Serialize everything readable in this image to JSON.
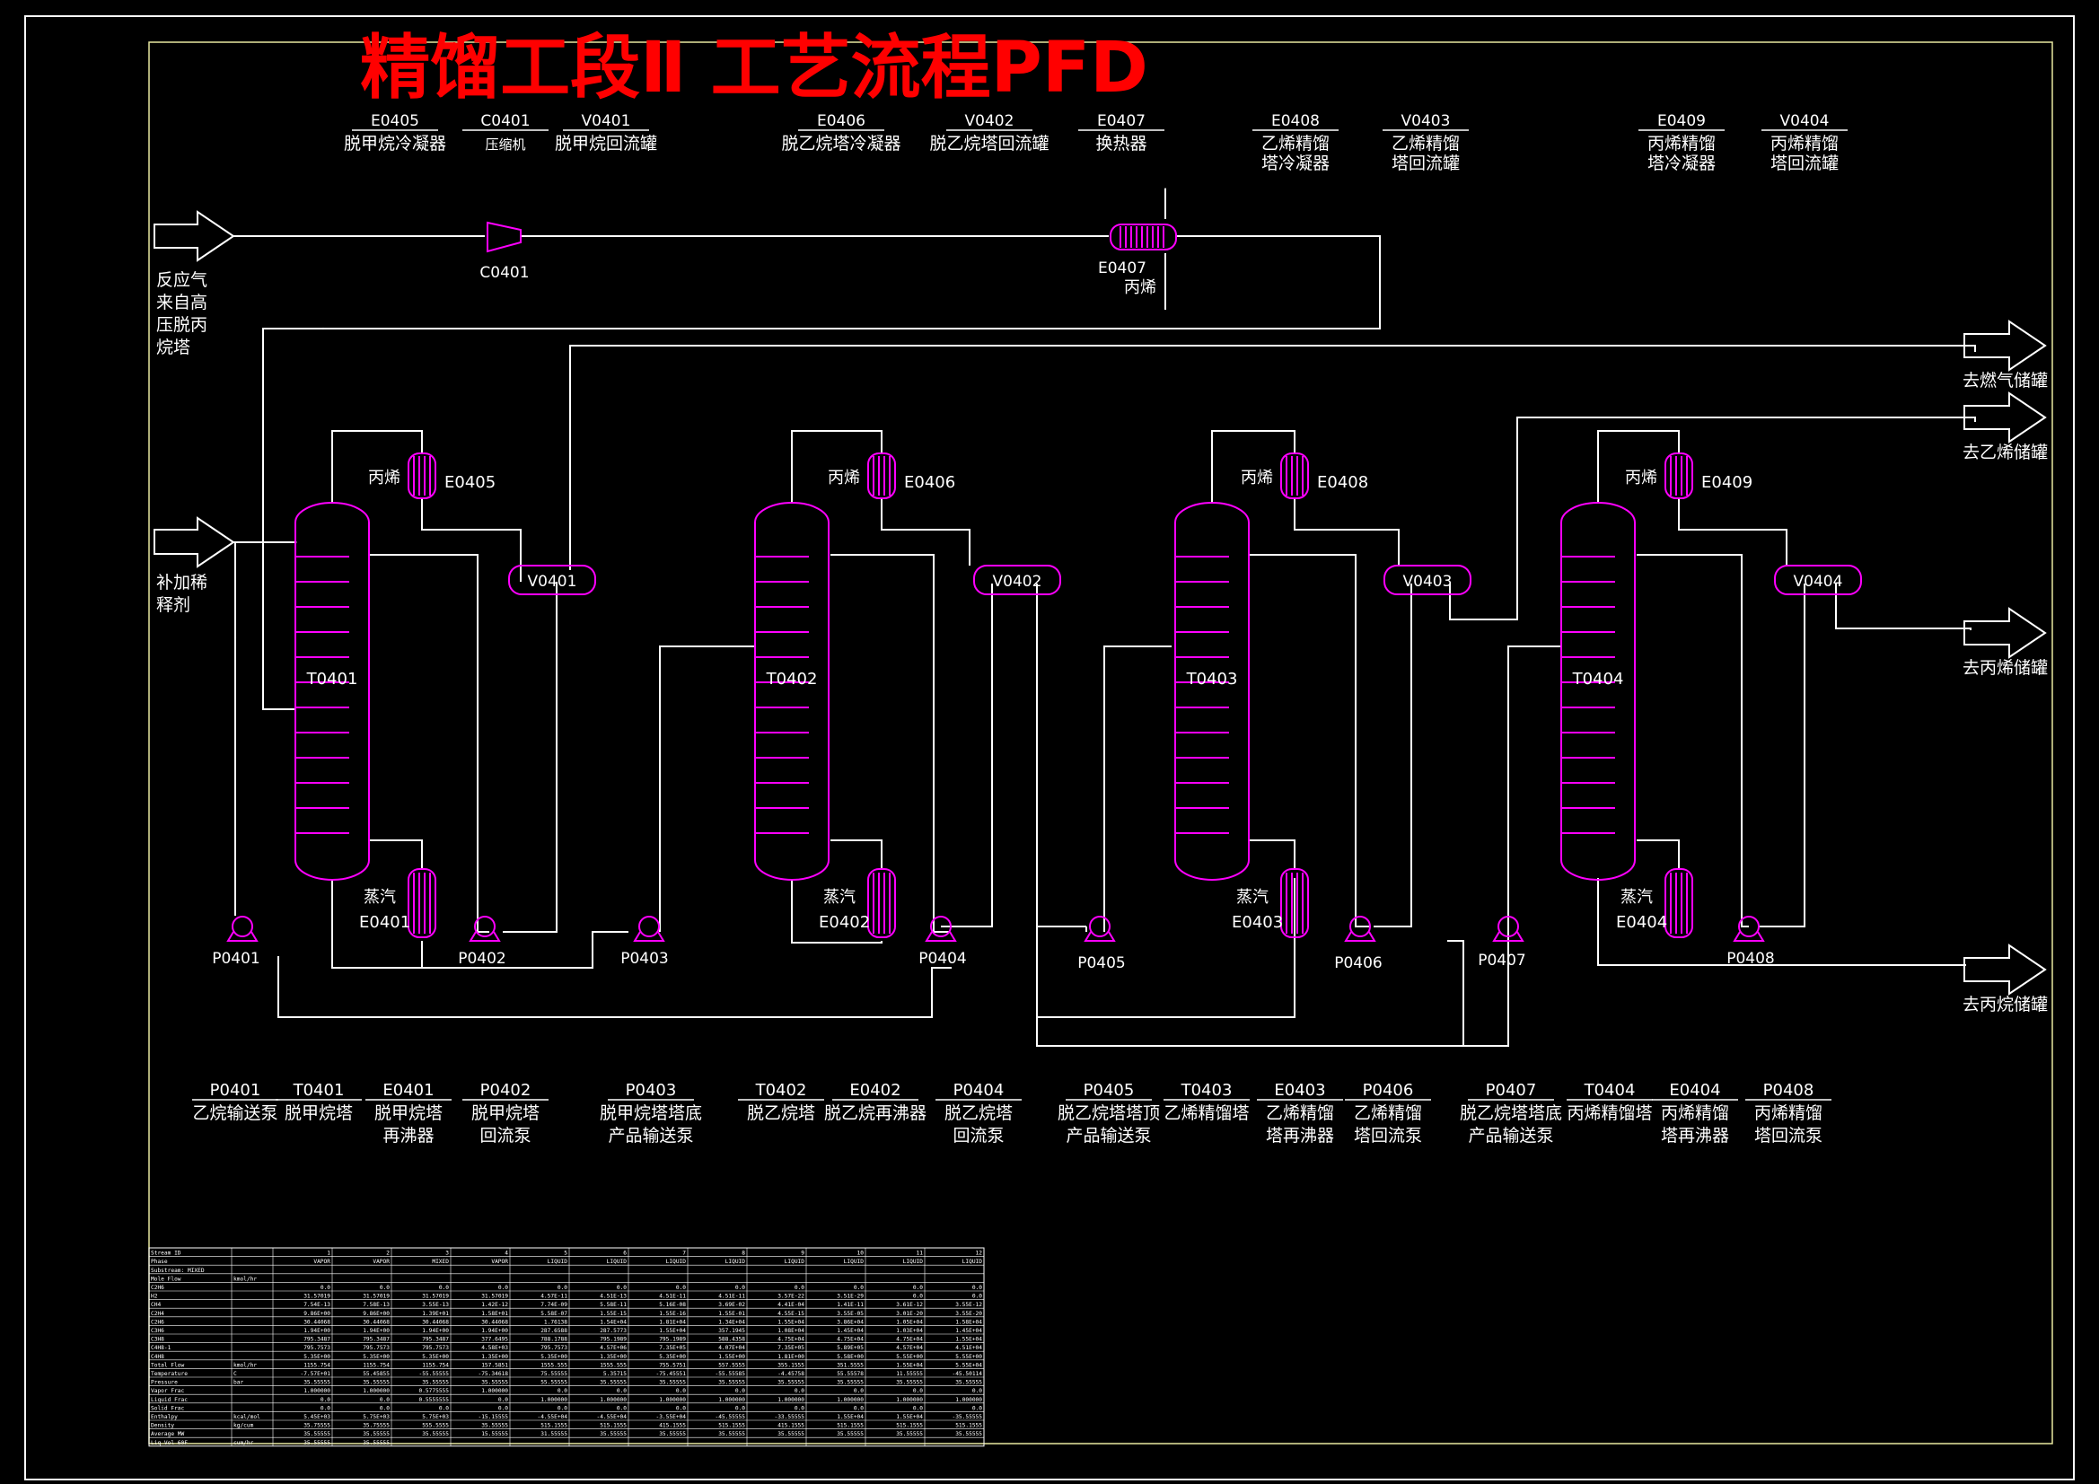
{
  "title": "精馏工段Ⅱ 工艺流程PFD",
  "top_legend": [
    {
      "tag": "E0405",
      "name": [
        "脱甲烷冷凝器"
      ]
    },
    {
      "tag": "C0401",
      "name": [
        "压缩机"
      ]
    },
    {
      "tag": "V0401",
      "name": [
        "脱甲烷回流罐"
      ]
    },
    {
      "tag": "E0406",
      "name": [
        "脱乙烷塔冷凝器"
      ]
    },
    {
      "tag": "V0402",
      "name": [
        "脱乙烷塔回流罐"
      ]
    },
    {
      "tag": "E0407",
      "name": [
        "换热器"
      ]
    },
    {
      "tag": "E0408",
      "name": [
        "乙烯精馏",
        "塔冷凝器"
      ]
    },
    {
      "tag": "V0403",
      "name": [
        "乙烯精馏",
        "塔回流罐"
      ]
    },
    {
      "tag": "E0409",
      "name": [
        "丙烯精馏",
        "塔冷凝器"
      ]
    },
    {
      "tag": "V0404",
      "name": [
        "丙烯精馏",
        "塔回流罐"
      ]
    }
  ],
  "bottom_legend": [
    {
      "tag": "P0401",
      "name": [
        "乙烷输送泵"
      ]
    },
    {
      "tag": "T0401",
      "name": [
        "脱甲烷塔"
      ]
    },
    {
      "tag": "E0401",
      "name": [
        "脱甲烷塔",
        "再沸器"
      ]
    },
    {
      "tag": "P0402",
      "name": [
        "脱甲烷塔",
        "回流泵"
      ]
    },
    {
      "tag": "P0403",
      "name": [
        "脱甲烷塔塔底",
        "产品输送泵"
      ]
    },
    {
      "tag": "T0402",
      "name": [
        "脱乙烷塔"
      ]
    },
    {
      "tag": "E0402",
      "name": [
        "脱乙烷再沸器"
      ]
    },
    {
      "tag": "P0404",
      "name": [
        "脱乙烷塔",
        "回流泵"
      ]
    },
    {
      "tag": "P0405",
      "name": [
        "脱乙烷塔塔顶",
        "产品输送泵"
      ]
    },
    {
      "tag": "T0403",
      "name": [
        "乙烯精馏塔"
      ]
    },
    {
      "tag": "E0403",
      "name": [
        "乙烯精馏",
        "塔再沸器"
      ]
    },
    {
      "tag": "P0406",
      "name": [
        "乙烯精馏",
        "塔回流泵"
      ]
    },
    {
      "tag": "P0407",
      "name": [
        "脱乙烷塔塔底",
        "产品输送泵"
      ]
    },
    {
      "tag": "T0404",
      "name": [
        "丙烯精馏塔"
      ]
    },
    {
      "tag": "E0404",
      "name": [
        "丙烯精馏",
        "塔再沸器"
      ]
    },
    {
      "tag": "P0408",
      "name": [
        "丙烯精馏",
        "塔回流泵"
      ]
    }
  ],
  "feeds": {
    "reaction_gas": [
      "反应气",
      "来自高",
      "压脱丙",
      "烷塔"
    ],
    "diluent": [
      "补加稀",
      "释剂"
    ]
  },
  "outlets": [
    "去燃气储罐",
    "去乙烯储罐",
    "去丙烯储罐",
    "去丙烷储罐"
  ],
  "equipment_tags": {
    "columns": [
      "T0401",
      "T0402",
      "T0403",
      "T0404"
    ],
    "drums": [
      "V0401",
      "V0402",
      "V0403",
      "V0404"
    ],
    "condensers": [
      "E0405",
      "E0406",
      "E0408",
      "E0409"
    ],
    "reboilers": [
      "E0401",
      "E0402",
      "E0403",
      "E0404"
    ],
    "pumps": [
      "P0401",
      "P0402",
      "P0403",
      "P0404",
      "P0405",
      "P0406",
      "P0407",
      "P0408"
    ],
    "compressor": "C0401",
    "exchanger": "E0407"
  },
  "utility_labels": {
    "propylene": "丙烯",
    "steam": "蒸汽"
  },
  "stream_table": {
    "rows": [
      [
        "Stream ID",
        "",
        "1",
        "2",
        "3",
        "4",
        "5",
        "6",
        "7",
        "8",
        "9",
        "10",
        "11",
        "12"
      ],
      [
        "Phase",
        "",
        "VAPOR",
        "VAPOR",
        "MIXED",
        "VAPOR",
        "LIQUID",
        "LIQUID",
        "LIQUID",
        "LIQUID",
        "LIQUID",
        "LIQUID",
        "LIQUID",
        "LIQUID"
      ],
      [
        "Substream: MIXED",
        "",
        "",
        "",
        "",
        "",
        "",
        "",
        "",
        "",
        "",
        "",
        "",
        ""
      ],
      [
        "Mole Flow",
        "kmol/hr",
        "",
        "",
        "",
        "",
        "",
        "",
        "",
        "",
        "",
        "",
        "",
        ""
      ],
      [
        "C2H6",
        "",
        "0.0",
        "0.0",
        "0.0",
        "0.0",
        "0.0",
        "0.0",
        "0.0",
        "0.0",
        "0.0",
        "0.0",
        "0.0",
        "0.0"
      ],
      [
        "H2",
        "",
        "31.57019",
        "31.57019",
        "31.57019",
        "31.57019",
        "4.57E-11",
        "4.51E-13",
        "4.51E-11",
        "4.51E-11",
        "3.57E-22",
        "3.51E-29",
        "0.0",
        "0.0"
      ],
      [
        "CH4",
        "",
        "7.54E-13",
        "7.58E-13",
        "3.55E-13",
        "1.42E-12",
        "7.74E-09",
        "5.58E-11",
        "5.16E-08",
        "3.69E-02",
        "4.41E-04",
        "1.41E-11",
        "3.61E-12",
        "3.55E-12"
      ],
      [
        "C2H4",
        "",
        "9.86E+00",
        "9.86E+00",
        "1.39E+01",
        "1.58E+01",
        "5.58E-07",
        "1.55E-15",
        "1.55E-16",
        "1.55E-01",
        "4.55E-15",
        "3.55E-05",
        "3.01E-20",
        "3.55E-20"
      ],
      [
        "C2H6",
        "",
        "30.44068",
        "30.44068",
        "30.44068",
        "30.44068",
        "1.76138",
        "1.54E+04",
        "1.81E+04",
        "1.34E+04",
        "1.55E+04",
        "3.86E+04",
        "1.05E+04",
        "1.58E+04"
      ],
      [
        "C3H6",
        "",
        "1.94E+00",
        "1.94E+00",
        "1.94E+00",
        "1.94E+00",
        "287.6588",
        "287.5773",
        "1.55E+04",
        "357.1945",
        "1.08E+04",
        "1.45E+04",
        "1.03E+04",
        "1.45E+04"
      ],
      [
        "C3H8",
        "",
        "795.3487",
        "795.3487",
        "795.3487",
        "377.6495",
        "788.1788",
        "795.1989",
        "795.1989",
        "588.4358",
        "4.75E+04",
        "4.75E+04",
        "4.75E+04",
        "1.55E+04"
      ],
      [
        "C4H8-1",
        "",
        "795.7573",
        "795.7573",
        "795.7573",
        "4.58E+03",
        "795.7573",
        "4.57E+06",
        "7.35E+05",
        "4.07E+04",
        "7.35E+05",
        "5.89E+05",
        "4.57E+04",
        "4.51E+04"
      ],
      [
        "C4H8",
        "",
        "5.35E+00",
        "5.35E+00",
        "5.35E+00",
        "1.35E+00",
        "5.35E+00",
        "1.35E+00",
        "5.35E+00",
        "1.55E+00",
        "1.81E+00",
        "5.58E+00",
        "5.55E+00",
        "5.55E+00"
      ],
      [
        "Total Flow",
        "kmol/hr",
        "1155.754",
        "1155.754",
        "1155.754",
        "157.5851",
        "1555.555",
        "1555.555",
        "755.5751",
        "557.5555",
        "355.1555",
        "351.5555",
        "1.55E+04",
        "5.55E+04"
      ],
      [
        "Temperature",
        "C",
        "-7.57E+01",
        "55.45855",
        "-55.55555",
        "-75.34618",
        "75.55555",
        "5.35715",
        "-75.45551",
        "-55.55585",
        "-4.45758",
        "55.55578",
        "11.55555",
        "-45.50114"
      ],
      [
        "Pressure",
        "bar",
        "35.55555",
        "35.55555",
        "35.55555",
        "35.55555",
        "55.55555",
        "35.55555",
        "35.55555",
        "35.55555",
        "35.55555",
        "35.55555",
        "35.55555",
        "35.55555"
      ],
      [
        "Vapor Frac",
        "",
        "1.000000",
        "1.000000",
        "0.5775555",
        "1.000000",
        "0.0",
        "0.0",
        "0.0",
        "0.0",
        "0.0",
        "0.0",
        "0.0",
        "0.0"
      ],
      [
        "Liquid Frac",
        "",
        "0.0",
        "0.0",
        "0.5555555",
        "0.0",
        "1.000000",
        "1.000000",
        "1.000000",
        "1.000000",
        "1.000000",
        "1.000000",
        "1.000000",
        "1.000000"
      ],
      [
        "Solid Frac",
        "",
        "0.0",
        "0.0",
        "0.0",
        "0.0",
        "0.0",
        "0.0",
        "0.0",
        "0.0",
        "0.0",
        "0.0",
        "0.0",
        "0.0"
      ],
      [
        "Enthalpy",
        "kcal/mol",
        "5.45E+03",
        "5.75E+03",
        "5.75E+03",
        "-15.15555",
        "-4.55E+04",
        "-4.55E+04",
        "-3.55E+04",
        "-45.55555",
        "-33.55555",
        "1.55E+04",
        "1.55E+04",
        "-35.55555"
      ],
      [
        "Density",
        "kg/cum",
        "35.75555",
        "35.75555",
        "555.5555",
        "35.55555",
        "515.1555",
        "515.1555",
        "415.1555",
        "515.1555",
        "415.1555",
        "515.1555",
        "515.1555",
        "515.1555"
      ],
      [
        "Average MW",
        "",
        "35.55555",
        "35.55555",
        "35.55555",
        "15.55555",
        "31.55555",
        "35.55555",
        "35.55555",
        "35.55555",
        "35.55555",
        "35.55555",
        "35.55555",
        "35.55555"
      ],
      [
        "Liq Vol 60F",
        "cum/hr",
        "35.55555",
        "35.55555",
        "",
        "",
        "",
        "",
        "",
        "",
        "",
        "",
        "",
        ""
      ]
    ]
  },
  "colors": {
    "frame": "#ffffff",
    "equipment": "#ff00ff",
    "title": "#ff0000",
    "line": "#ffffff",
    "text": "#ffffff",
    "background": "#000000"
  }
}
